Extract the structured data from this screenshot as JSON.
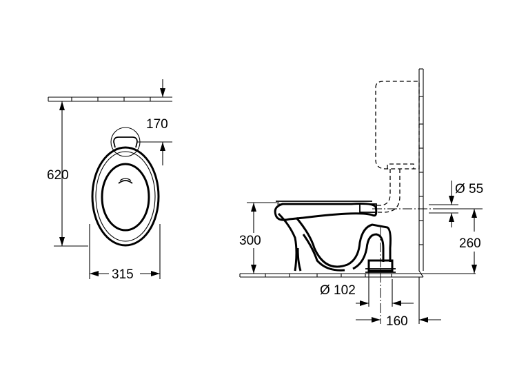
{
  "dimensions": {
    "top_depth": "620",
    "seat_offset": "170",
    "width": "315",
    "pan_height": "300",
    "outlet_diameter": "Ø 102",
    "outlet_offset": "160",
    "inlet_diameter": "Ø 55",
    "inlet_height": "260"
  }
}
